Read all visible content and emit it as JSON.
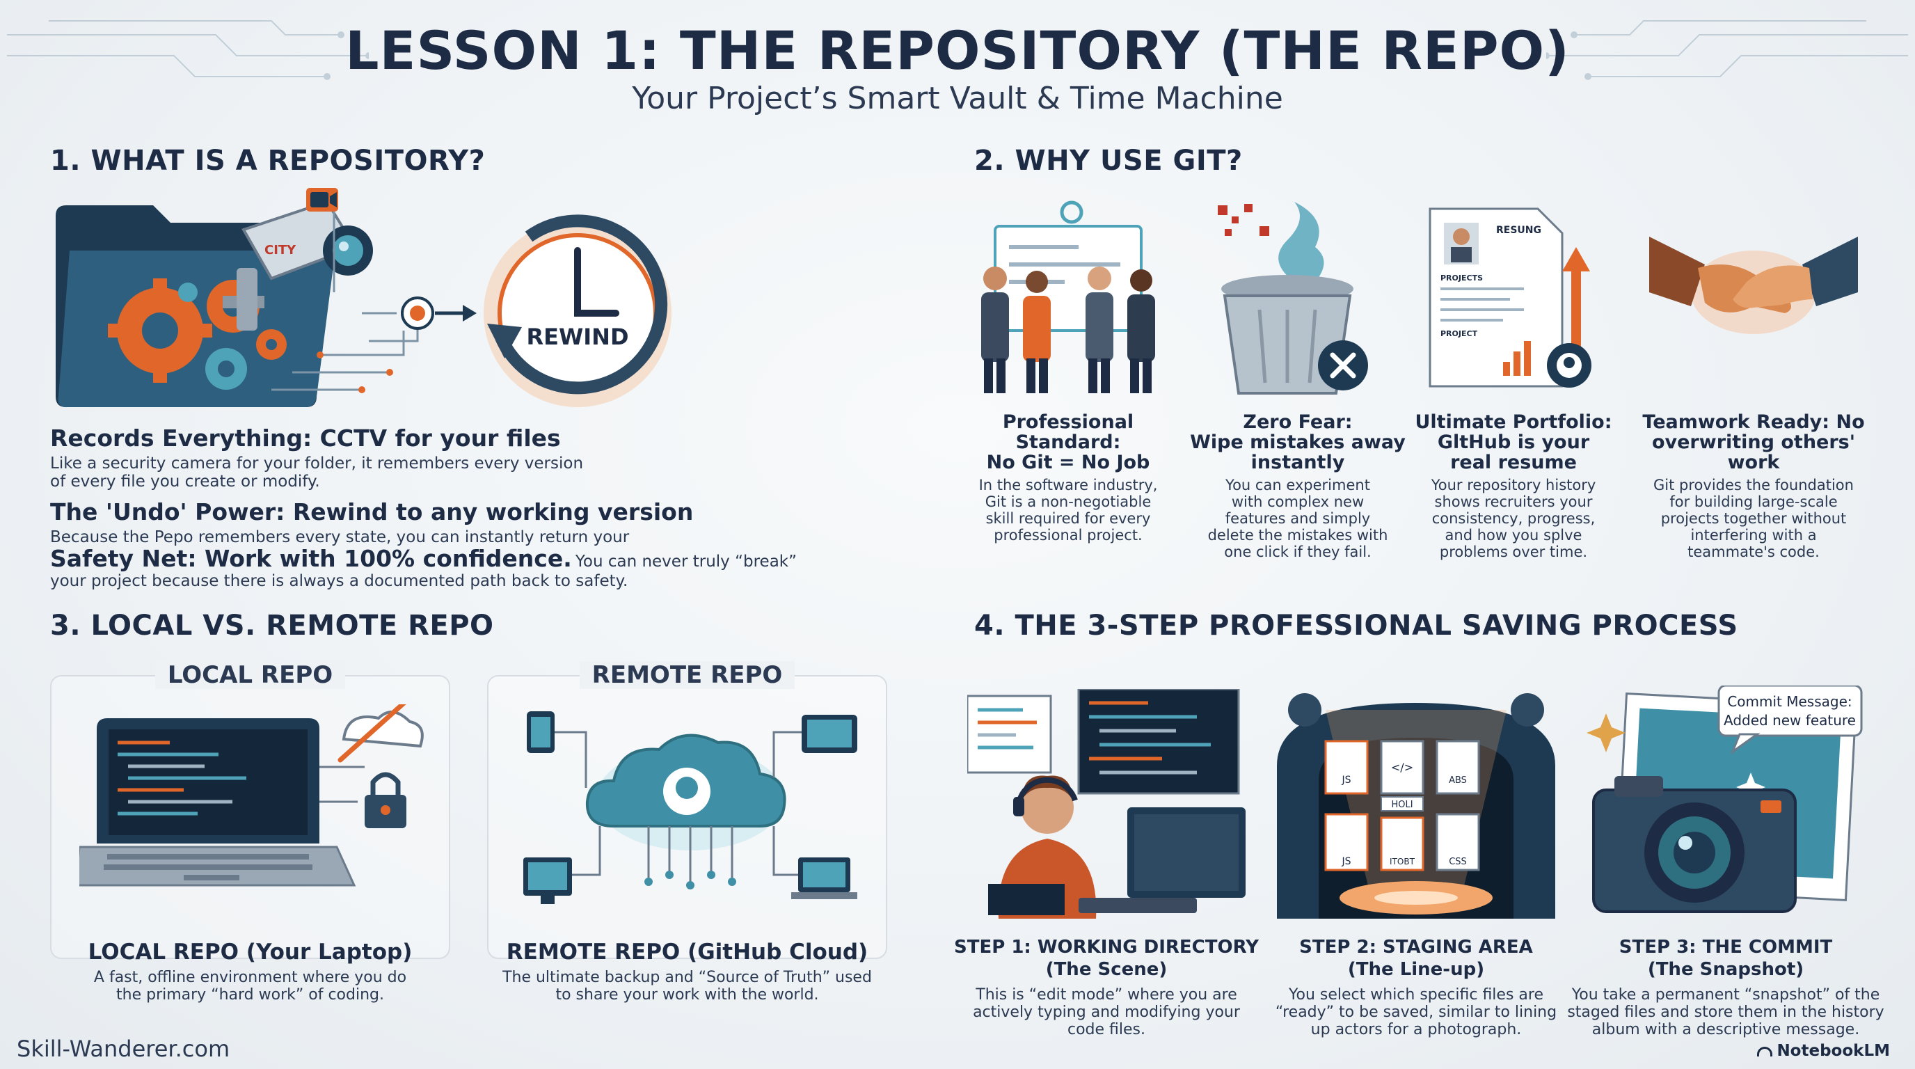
{
  "header": {
    "title": "LESSON 1: THE REPOSITORY (THE REPO)",
    "subtitle": "Your Project’s Smart Vault & Time Machine"
  },
  "section1": {
    "title": "1. WHAT IS A REPOSITORY?",
    "camera_label": "CITY",
    "rewind_label": "REWIND",
    "features": [
      {
        "title": "Records Everything: CCTV for your files",
        "body1": "Like a security camera for your folder, it remembers every version",
        "body2": "of every file you create or modify."
      },
      {
        "title": "The 'Undo' Power: Rewind to any working version",
        "body1": "Because the Pepo remembers every state, you can instantly return your"
      },
      {
        "title": "Safety Net: Work with 100% confidence.",
        "inline": "You can never truly “break”",
        "body1": "your project because there is always a documented path back to safety."
      }
    ]
  },
  "section2": {
    "title": "2. WHY USE GIT?",
    "cards": [
      {
        "title": [
          "Professional Standard:",
          "No Git = No Job"
        ],
        "body": [
          "In the software industry,",
          "Git is a non-negotiable",
          "skill required for every",
          "professional project."
        ]
      },
      {
        "title": [
          "Zero Fear:",
          "Wipe mistakes away",
          "instantly"
        ],
        "body": [
          "You can experiment",
          "with complex new",
          "features and simply",
          "delete the mistakes with",
          "one click if they fail."
        ]
      },
      {
        "title": [
          "Ultimate Portfolio:",
          "GltHub is your",
          "real resume"
        ],
        "body": [
          "Your repository history",
          "shows recruiters your",
          "consistency, progress,",
          "and how you splve",
          "problems over time."
        ],
        "doc_labels": [
          "RESUNG",
          "PROJECTS",
          "PROJECT"
        ]
      },
      {
        "title": [
          "Teamwork Ready: No",
          "overwriting others' work"
        ],
        "body": [
          "Git provides the foundation",
          "for building large-scale",
          "projects together without",
          "interfering with a",
          "teammate's code."
        ]
      }
    ]
  },
  "section3": {
    "title": "3. LOCAL VS. REMOTE REPO",
    "local": {
      "heading": "LOCAL REPO",
      "caption": "LOCAL REPO (Your Laptop)",
      "body": [
        "A fast, offline environment where you do",
        "the primary “hard work” of coding."
      ]
    },
    "remote": {
      "heading": "REMOTE REPO",
      "caption": "REMOTE REPO (GitHub Cloud)",
      "body": [
        "The ultimate backup and “Source of Truth” used",
        "to share your work with the world."
      ]
    }
  },
  "section4": {
    "title": "4. THE 3-STEP PROFESSIONAL SAVING PROCESS",
    "file_labels": [
      "JS",
      "</>",
      "ABS",
      "HOLI",
      "JS",
      "ITOBT",
      "CSS"
    ],
    "commit_bubble": [
      "Commit Message:",
      "Added new feature"
    ],
    "steps": [
      {
        "title": [
          "STEP 1: WORKING DIRECTORY",
          "(The Scene)"
        ],
        "body": [
          "This is “edit mode” where you are",
          "actively typing and modifying your",
          "code files."
        ]
      },
      {
        "title": [
          "STEP 2: STAGING AREA",
          "(The Line-up)"
        ],
        "body": [
          "You select which specific files are",
          "“ready” to be saved, similar to lining",
          "up actors for a photograph."
        ]
      },
      {
        "title": [
          "STEP 3: THE COMMIT",
          "(The Snapshot)"
        ],
        "body": [
          "You take a permanent “snapshot” of the",
          "staged files and store them in the history",
          "album with a descriptive message."
        ]
      }
    ]
  },
  "footer": {
    "site": "Skill-Wanderer.com",
    "brand": "NotebookLM"
  },
  "colors": {
    "navy": "#1d2b45",
    "teal": "#2e6f80",
    "orange": "#e0662a",
    "background": "#eef2f5"
  }
}
